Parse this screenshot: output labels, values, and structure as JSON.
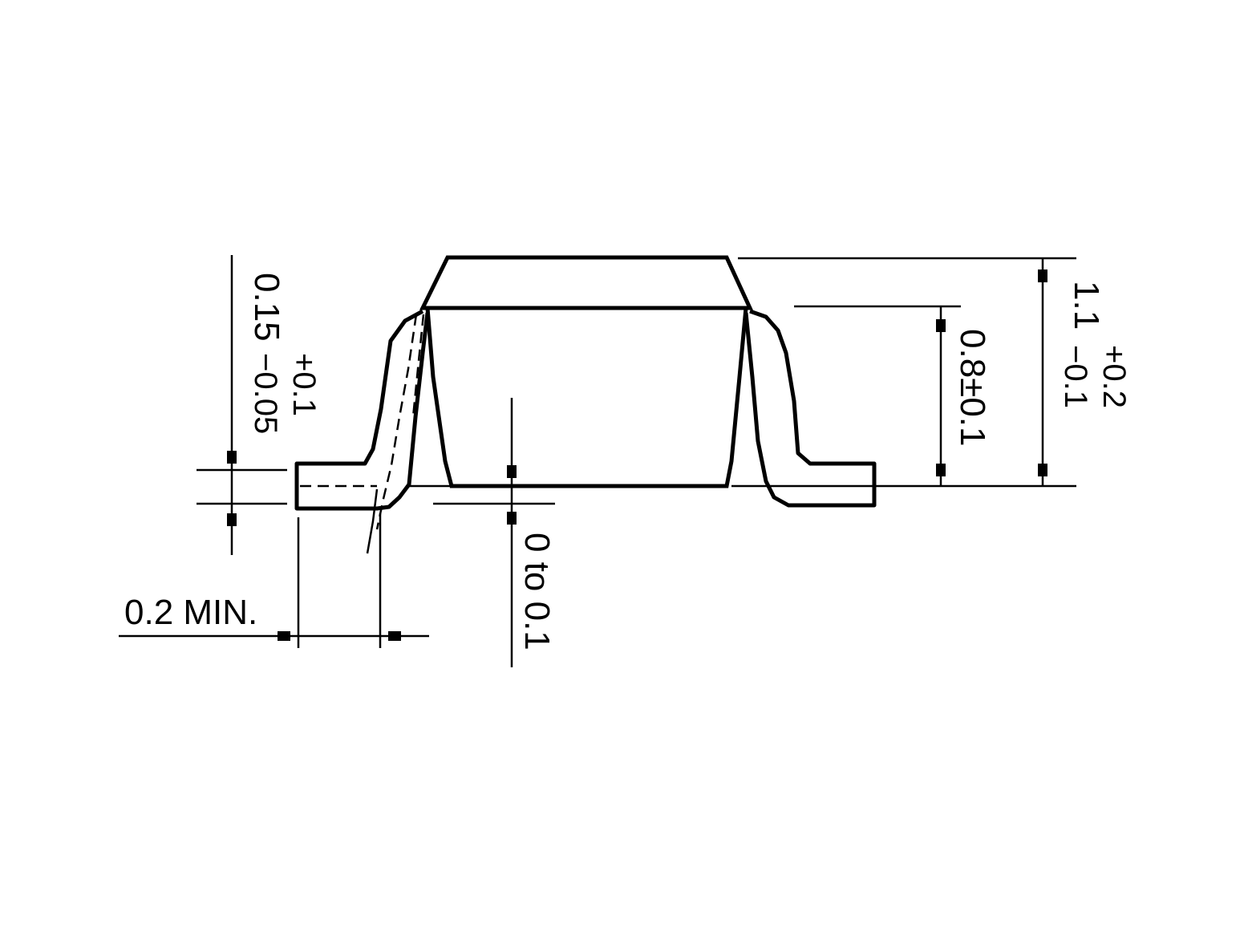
{
  "dimensions": {
    "lead_thickness": {
      "nominal": "0.15",
      "plus": "+0.1",
      "minus": "−0.05"
    },
    "lead_offset": {
      "label": "0.2 MIN."
    },
    "standoff": {
      "label": "0 to 0.1"
    },
    "body_height": {
      "label": "0.8±0.1"
    },
    "total_height": {
      "nominal": "1.1",
      "plus": "+0.2",
      "minus": "−0.1"
    }
  },
  "colors": {
    "line": "#000000",
    "background": "#ffffff"
  }
}
